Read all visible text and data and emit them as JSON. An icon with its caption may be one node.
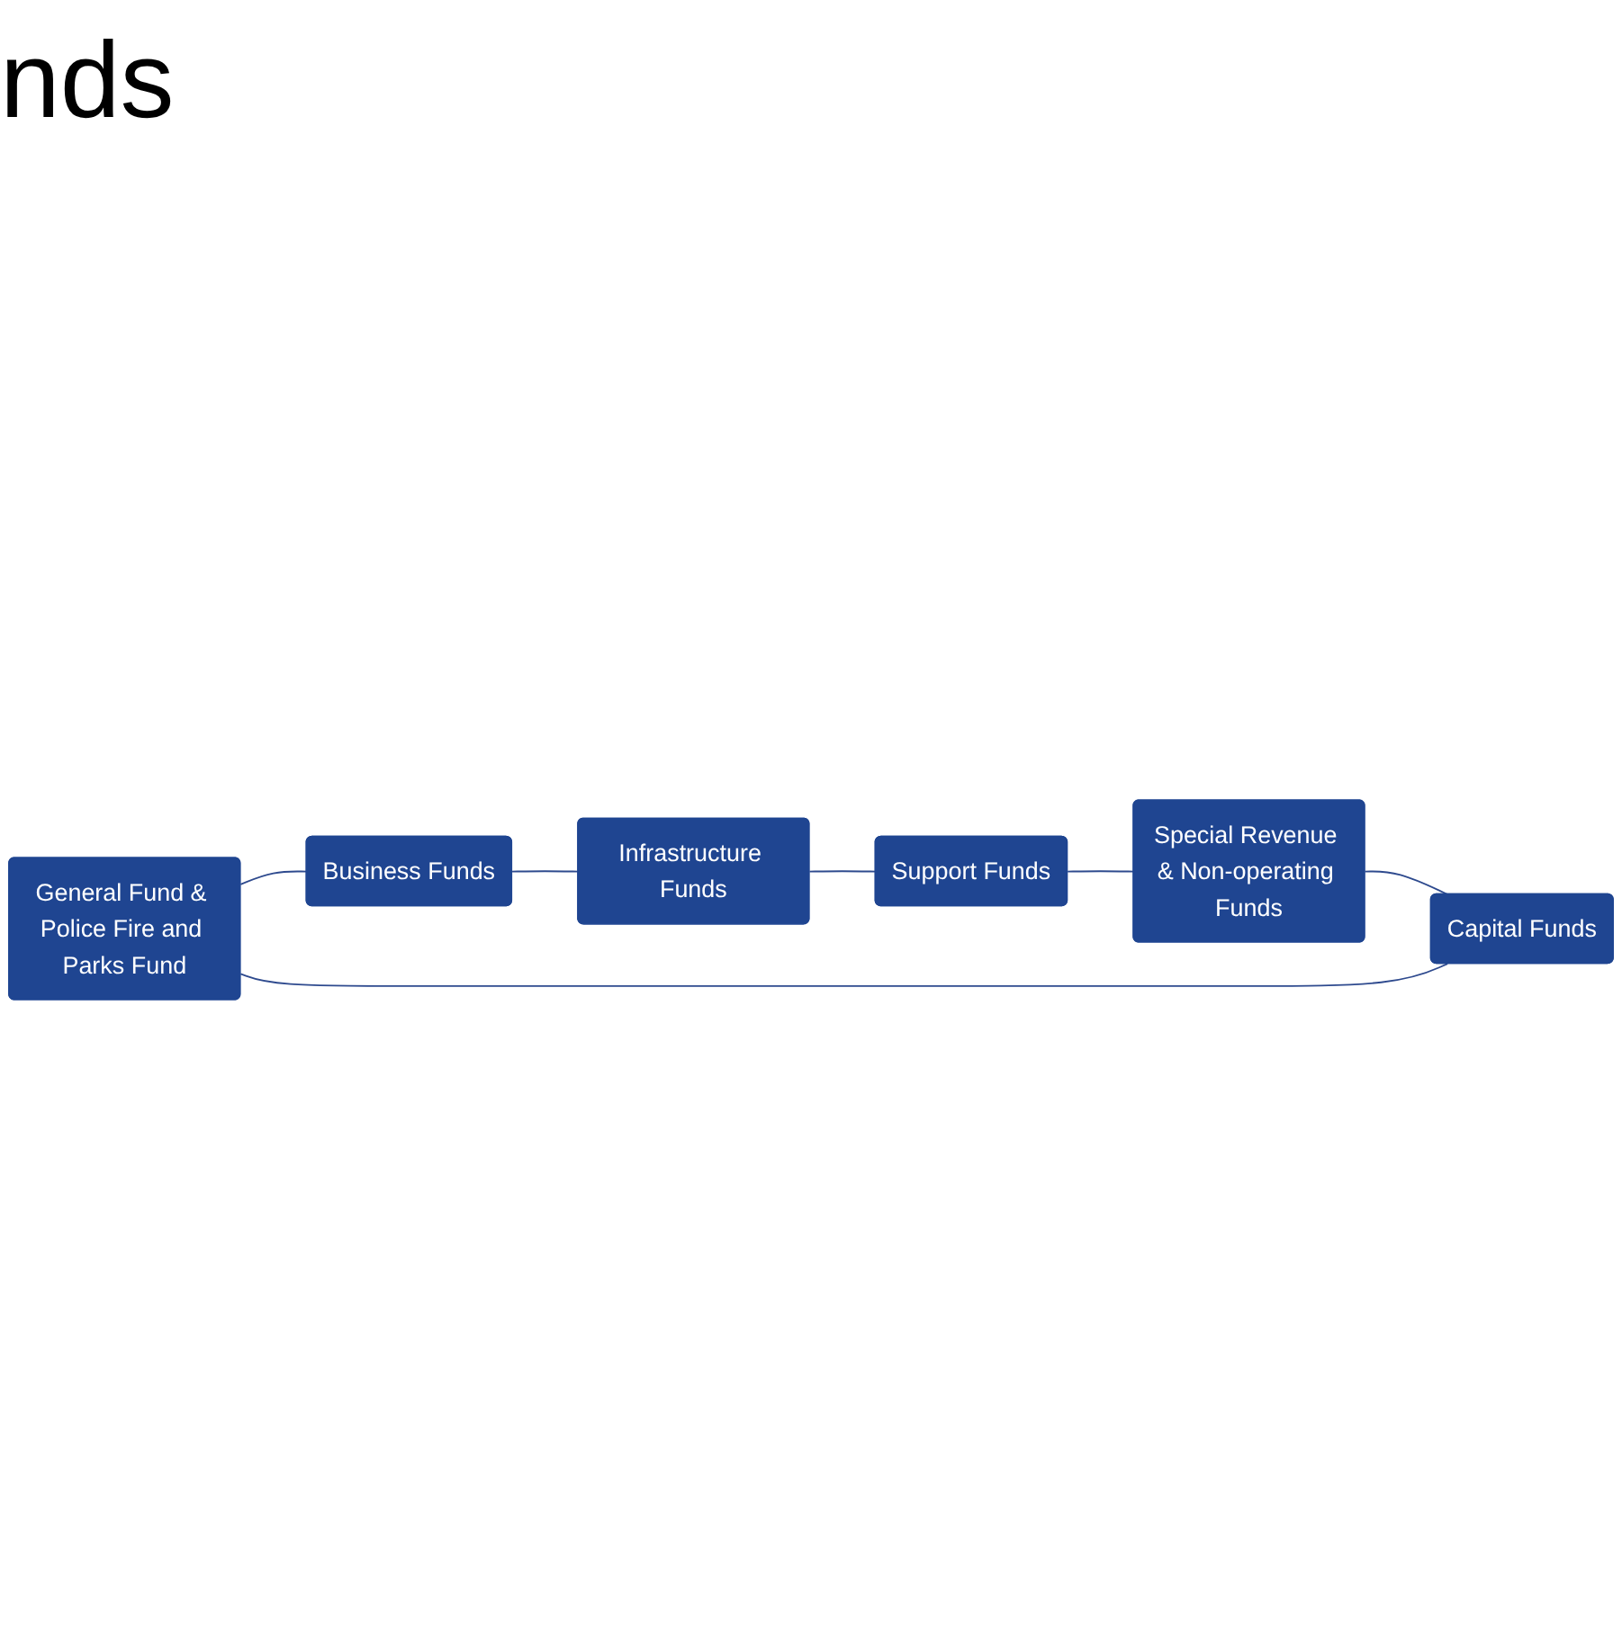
{
  "diagram": {
    "title": "nds",
    "nodes": [
      {
        "text": [
          "General Fund & Police Fire and Parks Fund"
        ]
      },
      {
        "text": [
          "Business Funds"
        ]
      },
      {
        "text": [
          "Infrastructure Funds"
        ]
      },
      {
        "text": [
          "Support Funds"
        ]
      },
      {
        "text": [
          "Special Revenue & Non-operating Funds"
        ]
      },
      {
        "text": [
          "Capital Funds"
        ]
      }
    ],
    "edges": [
      {
        "from": 0,
        "to": 1,
        "arrow": "none"
      },
      {
        "from": 1,
        "to": 2,
        "arrow": "none"
      },
      {
        "from": 2,
        "to": 3,
        "arrow": "none"
      },
      {
        "from": 3,
        "to": 4,
        "arrow": "none"
      },
      {
        "from": 4,
        "to": 5,
        "arrow": "none"
      },
      {
        "from": 5,
        "to": 0,
        "arrow": "none"
      }
    ]
  }
}
